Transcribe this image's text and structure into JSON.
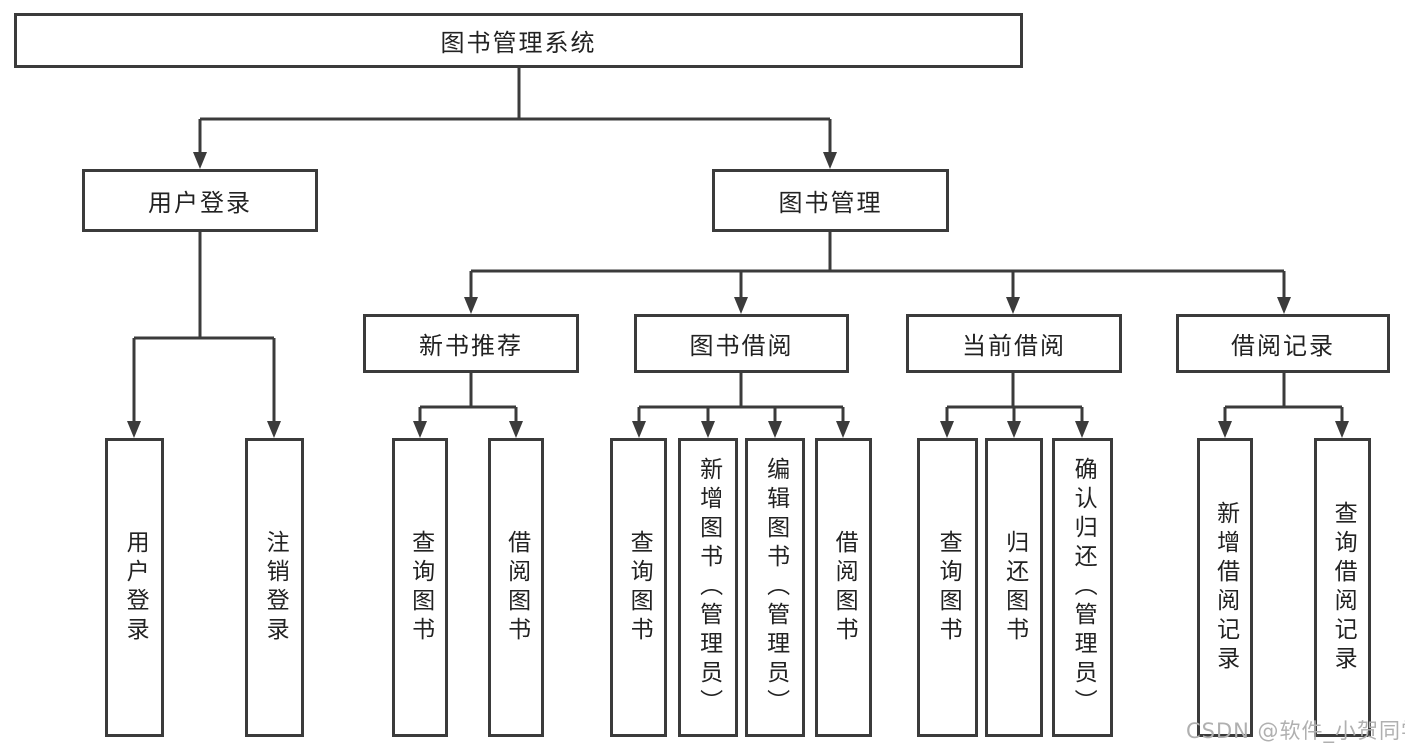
{
  "diagram": {
    "watermark": "CSDN @软件_小贺同学",
    "colors": {
      "line": "#3b3b3b",
      "text": "#222222",
      "background": "#ffffff",
      "watermark": "#b0b0b0"
    },
    "root": {
      "label": "图书管理系统",
      "children": [
        {
          "label": "用户登录",
          "children": [
            {
              "label": "用户登录"
            },
            {
              "label": "注销登录"
            }
          ]
        },
        {
          "label": "图书管理",
          "children": [
            {
              "label": "新书推荐",
              "children": [
                {
                  "label": "查询图书"
                },
                {
                  "label": "借阅图书"
                }
              ]
            },
            {
              "label": "图书借阅",
              "children": [
                {
                  "label": "查询图书"
                },
                {
                  "label": "新增图书（管理员）"
                },
                {
                  "label": "编辑图书（管理员）"
                },
                {
                  "label": "借阅图书"
                }
              ]
            },
            {
              "label": "当前借阅",
              "children": [
                {
                  "label": "查询图书"
                },
                {
                  "label": "归还图书"
                },
                {
                  "label": "确认归还（管理员）"
                }
              ]
            },
            {
              "label": "借阅记录",
              "children": [
                {
                  "label": "新增借阅记录"
                },
                {
                  "label": "查询借阅记录"
                }
              ]
            }
          ]
        }
      ]
    }
  }
}
